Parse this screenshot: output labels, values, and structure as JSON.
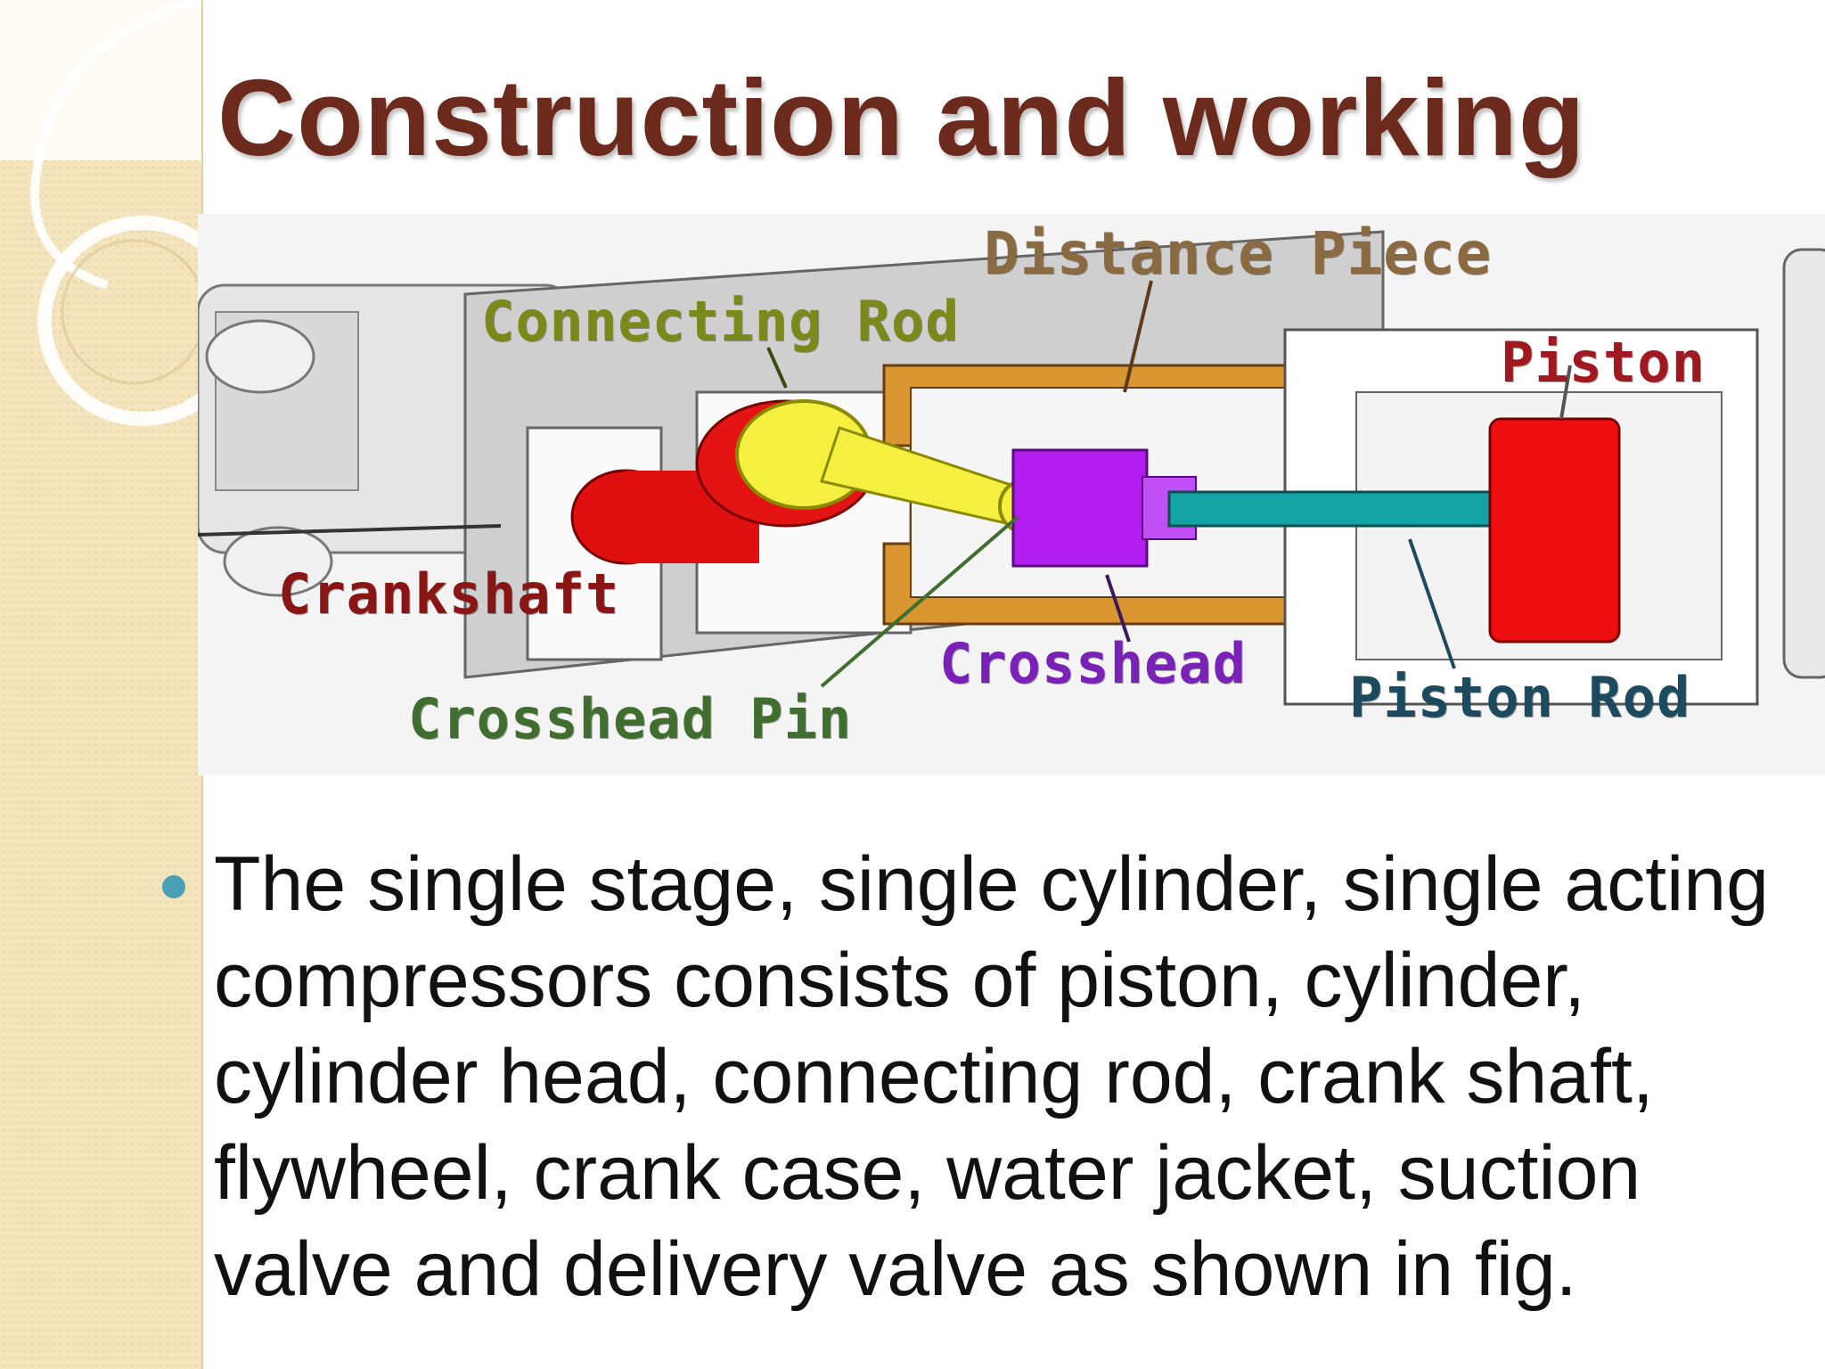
{
  "slide": {
    "title": "Construction and working",
    "bullet": "The single stage, single cylinder, single acting compressors consists of piston, cylinder, cylinder head, connecting rod, crank shaft, flywheel, crank case, water jacket, suction valve and delivery valve as shown in fig."
  },
  "diagram": {
    "labels": {
      "distance_piece": "Distance Piece",
      "connecting_rod": "Connecting Rod",
      "piston": "Piston",
      "crankshaft": "Crankshaft",
      "crosshead": "Crosshead",
      "crosshead_pin": "Crosshead Pin",
      "piston_rod": "Piston Rod"
    }
  },
  "colors": {
    "title": "#6b2a1b",
    "bullet": "#4a9fb5",
    "sidebar": "#f3e4bd",
    "distance_piece": "#8a6a40",
    "connecting_rod": "#7a8a1a",
    "piston": "#a01820",
    "crankshaft": "#8a1515",
    "crosshead": "#7a22b8",
    "crosshead_pin": "#3f6e2e",
    "piston_rod": "#1c4a5e"
  }
}
